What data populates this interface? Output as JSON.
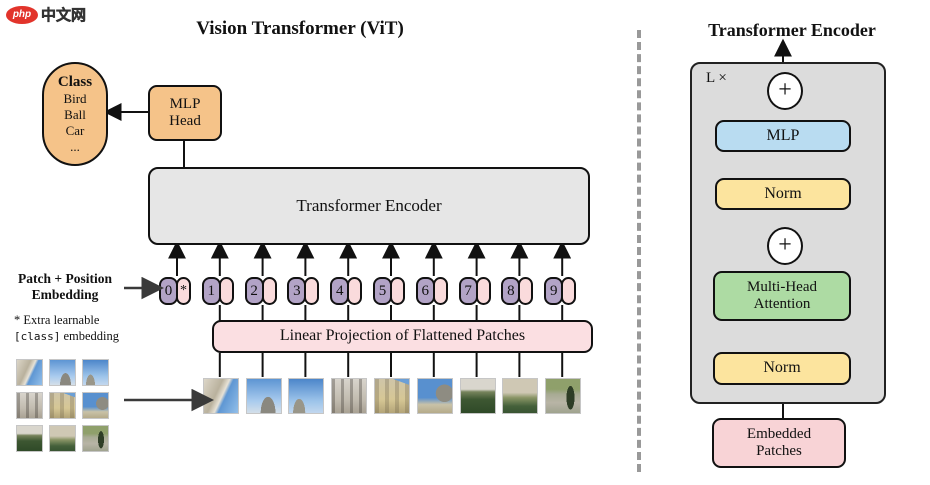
{
  "watermark": {
    "logo": "php",
    "site": "中文网"
  },
  "left_panel": {
    "title": "Vision Transformer (ViT)",
    "class_box": {
      "title": "Class",
      "items": [
        "Bird",
        "Ball",
        "Car",
        "..."
      ]
    },
    "mlp_head_lines": [
      "MLP",
      "Head"
    ],
    "encoder_label": "Transformer Encoder",
    "patch_pos_lines": [
      "Patch + Position",
      "Embedding"
    ],
    "note_line1": "* Extra learnable",
    "note_class_token": "[class]",
    "note_line2_rest": " embedding",
    "linear_projection_label": "Linear Projection of Flattened Patches",
    "tokens": [
      {
        "num": "0",
        "star": "*"
      },
      {
        "num": "1",
        "star": ""
      },
      {
        "num": "2",
        "star": ""
      },
      {
        "num": "3",
        "star": ""
      },
      {
        "num": "4",
        "star": ""
      },
      {
        "num": "5",
        "star": ""
      },
      {
        "num": "6",
        "star": ""
      },
      {
        "num": "7",
        "star": ""
      },
      {
        "num": "8",
        "star": ""
      },
      {
        "num": "9",
        "star": ""
      }
    ]
  },
  "right_panel": {
    "title": "Transformer Encoder",
    "repeat_label": "L ×",
    "plus": "+",
    "mlp_label": "MLP",
    "norm_label_top": "Norm",
    "mha_lines": [
      "Multi-Head",
      "Attention"
    ],
    "norm_label_bottom": "Norm",
    "embedded_lines": [
      "Embedded",
      "Patches"
    ]
  },
  "colors": {
    "orange_box": "#f5c389",
    "gray_encoder_left": "#e6e6e6",
    "gray_encoder_right": "#dcdcdc",
    "purple_token": "#b2a3c6",
    "pink_token": "#fadbdc",
    "pink_projection": "#fbdfe2",
    "pink_embedded": "#f8d3d6",
    "blue_mlp": "#b9dcf1",
    "yellow_norm": "#fce49e",
    "green_attention": "#addba3",
    "line": "#111111",
    "divider": "#999999",
    "watermark_red": "#e2342b"
  },
  "patches": [
    "linear-gradient(115deg,#dcd6c8 0%,#b9b19d 38%,#e7e2d6 52%,#5f97d3 60%,#93bfe9 100%)",
    "radial-gradient(ellipse 22% 48% at 62% 100%,#8a887f 98%,transparent 100%),linear-gradient(180deg,#5d95d3 0%,#a9cbee 65%,#d4dfe9 100%)",
    "radial-gradient(ellipse 18% 42% at 30% 100%,#999689 98%,transparent 100%),linear-gradient(180deg,#4c86ca 0%,#9dc4ea 65%,#c2d7ee 100%)",
    "repeating-linear-gradient(90deg,rgba(60,55,50,0.35) 0 3px,transparent 3px 9px),linear-gradient(180deg,#d8d4cc 0%,#c2bcb0 60%,#a9a294 100%)",
    "linear-gradient(200deg,#6b9fd6 0 12%,transparent 13%),repeating-linear-gradient(90deg,rgba(90,80,60,0.25) 0 4px,transparent 4px 10px),linear-gradient(180deg,#cfc5a8 0%,#d6c795 60%,#b3a478 100%)",
    "radial-gradient(circle at 78% 42%,#8e8c82 0 26%,transparent 27%),linear-gradient(180deg,#5890cf 0 55%,#c9c2a8 75%,#b5ab8a 100%)",
    "linear-gradient(180deg,#d9d6cd 0 30%,#76835c 38%,#3d5732 60%,#2f4a28 100%)",
    "linear-gradient(180deg,#cfc8b4 0 40%,#8a9566 55%,#44603a 80%,#395432 100%)",
    "radial-gradient(ellipse 12% 35% at 72% 55%,#2e3d26 98%,transparent 100%),linear-gradient(180deg,#8fa06b 0 30%,#a8ab94 45%,#b8b4a6 70%,#9fa38e 100%)"
  ]
}
